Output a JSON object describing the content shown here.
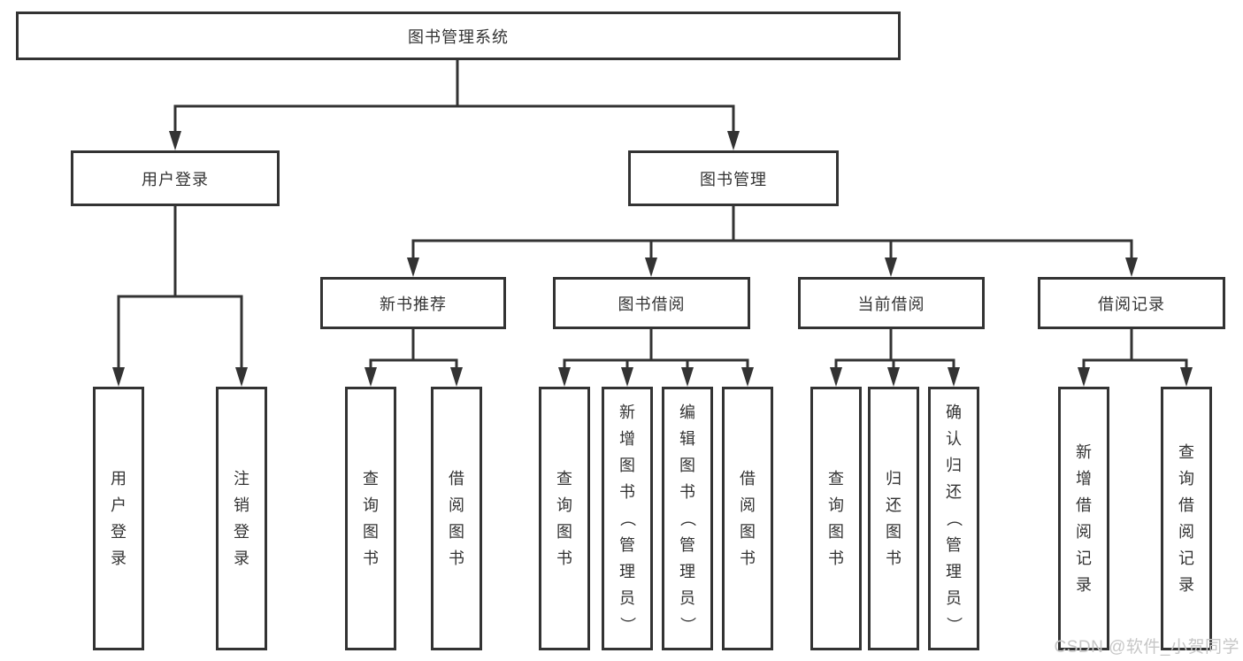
{
  "diagram_title": "图书管理系统",
  "tree": {
    "root": {
      "label": "图书管理系统"
    },
    "children": [
      {
        "label": "用户登录",
        "children": [
          {
            "label": "用户登录"
          },
          {
            "label": "注销登录"
          }
        ]
      },
      {
        "label": "图书管理",
        "children": [
          {
            "label": "新书推荐",
            "children": [
              {
                "label": "查询图书"
              },
              {
                "label": "借阅图书"
              }
            ]
          },
          {
            "label": "图书借阅",
            "children": [
              {
                "label": "查询图书"
              },
              {
                "label": "新增图书（管理员）"
              },
              {
                "label": "编辑图书（管理员）"
              },
              {
                "label": "借阅图书"
              }
            ]
          },
          {
            "label": "当前借阅",
            "children": [
              {
                "label": "查询图书"
              },
              {
                "label": "归还图书"
              },
              {
                "label": "确认归还（管理员）"
              }
            ]
          },
          {
            "label": "借阅记录",
            "children": [
              {
                "label": "新增借阅记录"
              },
              {
                "label": "查询借阅记录"
              }
            ]
          }
        ]
      }
    ]
  },
  "watermark": "CSDN @软件_小贺同学",
  "colors": {
    "line": "#333333",
    "box_border": "#333333",
    "text": "#333333",
    "background": "#ffffff",
    "watermark": "#c7c7c7"
  }
}
